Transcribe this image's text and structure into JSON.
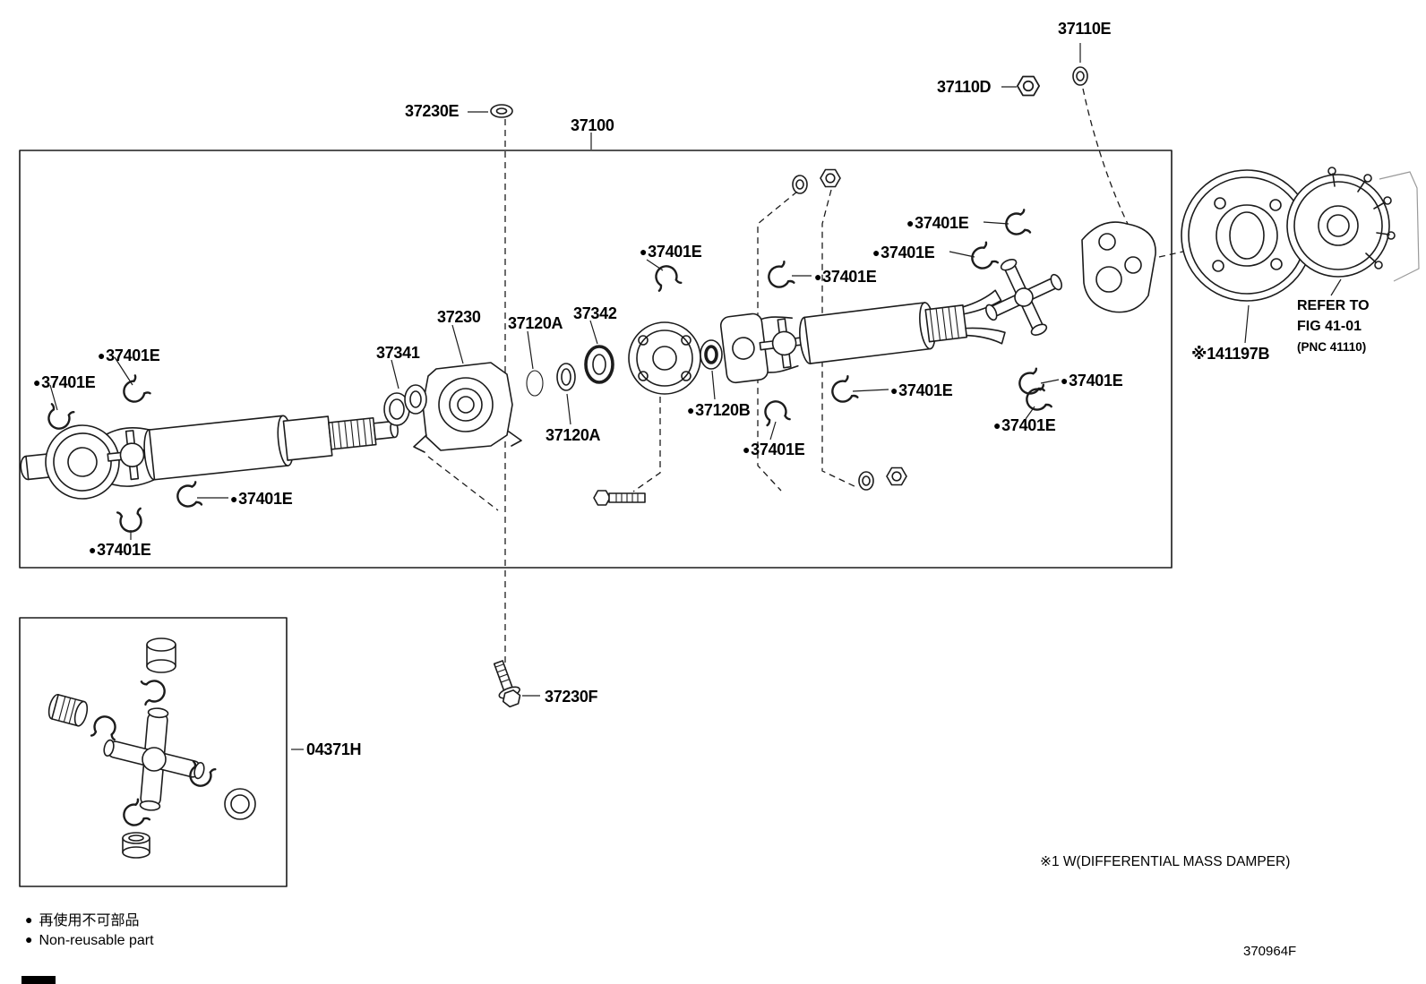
{
  "parts": {
    "assembly": "37100",
    "p37110E": "37110E",
    "p37110D": "37110D",
    "p37230E": "37230E",
    "p37230": "37230",
    "p37230F": "37230F",
    "p37341": "37341",
    "p37342": "37342",
    "p37120A": "37120A",
    "p37120B": "37120B",
    "p37401E": "37401E",
    "p04371H": "04371H",
    "p41197B": "41197B"
  },
  "marks": {
    "non_reusable": "●",
    "footnote_ref": "※1"
  },
  "refer_note": {
    "line1": "REFER TO",
    "line2": "FIG 41-01",
    "line3": "(PNC 41110)"
  },
  "footnote": "※1 W(DIFFERENTIAL MASS DAMPER)",
  "legend": {
    "jp": "再使用不可部品",
    "en": "Non-reusable part"
  },
  "drawing_code": "370964F"
}
